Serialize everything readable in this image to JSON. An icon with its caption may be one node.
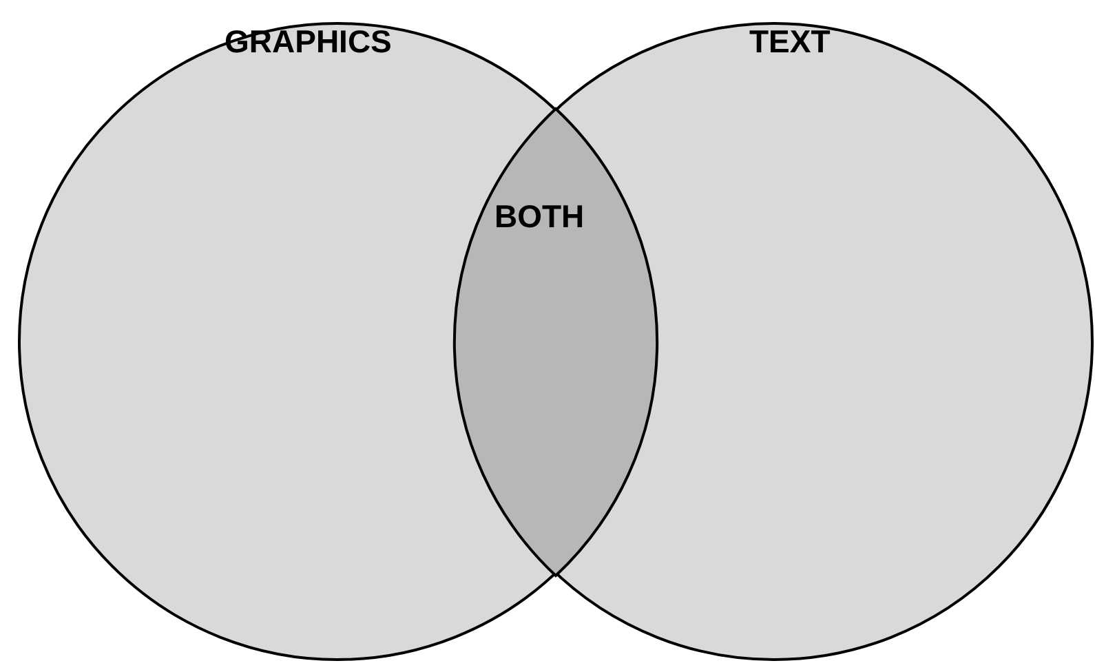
{
  "diagram": {
    "nodes": [
      {
        "text": [
          "GRAPHICS"
        ]
      },
      {
        "text": [
          "TEXT"
        ]
      },
      {
        "text": [
          "BOTH"
        ]
      }
    ]
  }
}
